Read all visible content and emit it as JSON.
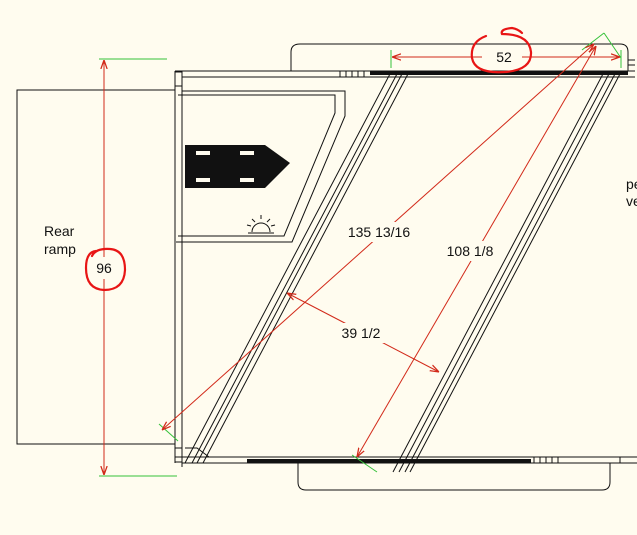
{
  "canvas": {
    "background": "#fffcef"
  },
  "colors": {
    "outline": "#111111",
    "dimension": "#d22a1a",
    "extension": "#35c23a",
    "highlight": "#e81515",
    "fill_dark": "#111111"
  },
  "labels": {
    "rear_ramp_line1": "Rear",
    "rear_ramp_line2": "ramp",
    "right_cut_line1": "pe",
    "right_cut_line2": "ve"
  },
  "dimensions": {
    "overall_height": "96",
    "top_width": "52",
    "long_diagonal": "135 13/16",
    "parallel_length": "108 1/8",
    "perpendicular_gap": "39 1/2"
  },
  "icons": {
    "vehicle": "vehicle-silhouette-icon",
    "light": "dome-light-icon"
  }
}
